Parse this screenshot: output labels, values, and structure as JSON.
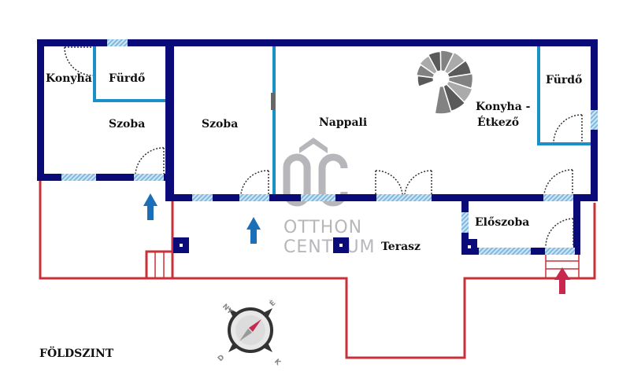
{
  "plan": {
    "level_label": "FÖLDSZINT",
    "colors": {
      "exterior_wall": "#0a0a78",
      "interior_wall": "#1a8fc8",
      "window": "#9ccbe8",
      "terrace_outline": "#c8303a",
      "entry_arrow": "#c8284e",
      "interior_arrow": "#1a6fb8",
      "watermark": "#b4b4b8"
    },
    "rooms": [
      {
        "id": "konyha-1",
        "label": "Konyha"
      },
      {
        "id": "furdo-1",
        "label": "Fürdő"
      },
      {
        "id": "szoba-1",
        "label": "Szoba"
      },
      {
        "id": "szoba-2",
        "label": "Szoba"
      },
      {
        "id": "nappali",
        "label": "Nappali"
      },
      {
        "id": "konyha-etkezo",
        "label": "Konyha -",
        "label2": "Étkező"
      },
      {
        "id": "furdo-2",
        "label": "Fürdő"
      },
      {
        "id": "eloszoba",
        "label": "Előszoba"
      },
      {
        "id": "terasz",
        "label": "Terasz"
      }
    ],
    "compass": {
      "north_label": "NY",
      "east_label": "É",
      "south_label": "D",
      "west_label": "K",
      "icon": "compass-icon"
    },
    "watermark": {
      "logo_text": "OC",
      "line1": "OTTHON",
      "line2": "CENTRUM"
    }
  }
}
